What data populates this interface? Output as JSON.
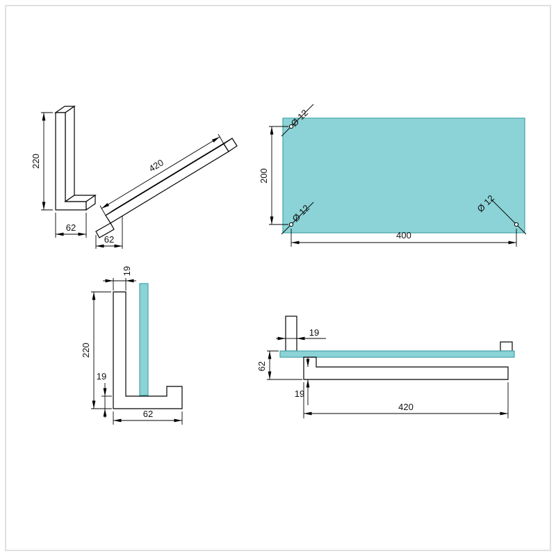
{
  "colors": {
    "glass_fill": "#8bd3d7",
    "glass_stroke": "#43a3a8",
    "line": "#000000",
    "text": "#111111"
  },
  "views": {
    "isometric": {
      "dim_height": "220",
      "dim_post_foot": "62",
      "dim_rail_foot": "62",
      "dim_rail_length": "420"
    },
    "panel": {
      "dim_vertical": "200",
      "dim_horizontal": "400",
      "holes": [
        {
          "label": "Ø 12"
        },
        {
          "label": "Ø 12"
        },
        {
          "label": "Ø 12"
        }
      ]
    },
    "side": {
      "dim_bar_thickness": "19",
      "dim_height": "220",
      "dim_foot_thickness": "19",
      "dim_foot_depth": "62"
    },
    "front": {
      "dim_post_width": "19",
      "dim_drop": "62",
      "dim_rail_thickness": "19",
      "dim_rail_length": "420"
    }
  }
}
